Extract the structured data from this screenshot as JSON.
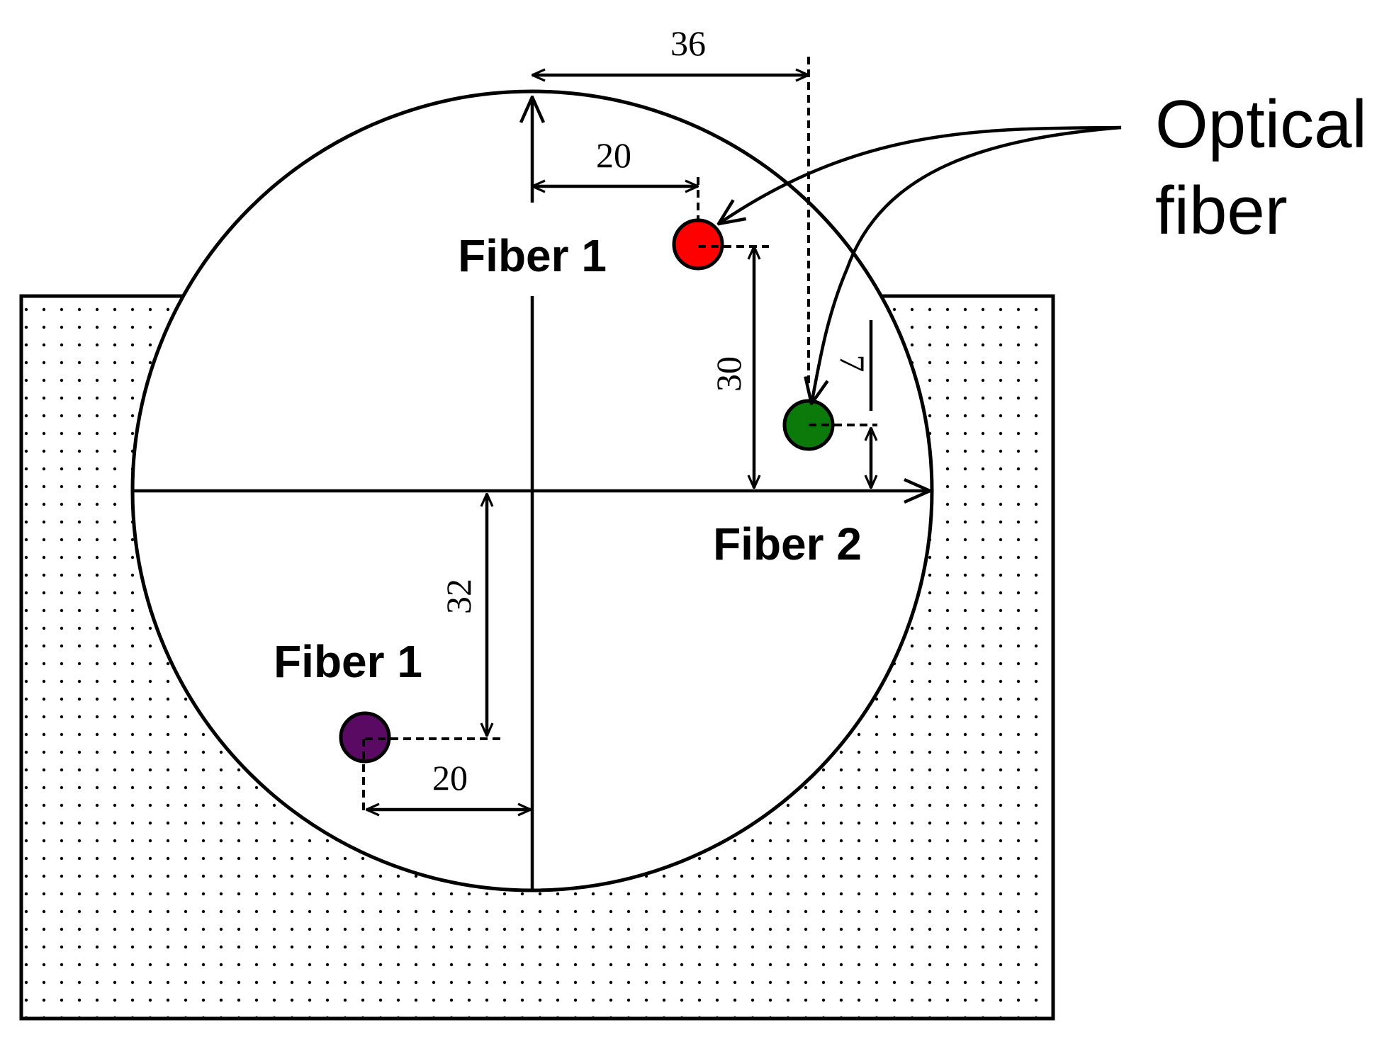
{
  "labels": {
    "fiber1_top": "Fiber 1",
    "fiber2": "Fiber 2",
    "fiber1_bottom": "Fiber 1",
    "callout_line1": "Optical",
    "callout_line2": "fiber"
  },
  "dimensions": {
    "d36": "36",
    "d20_top": "20",
    "d30": "30",
    "d7": "7",
    "d32": "32",
    "d20_bottom": "20"
  },
  "fibers": [
    {
      "name": "red-fiber",
      "color": "#ff0000"
    },
    {
      "name": "green-fiber",
      "color": "#0b7a0b"
    },
    {
      "name": "purple-fiber",
      "color": "#5a0a63"
    }
  ]
}
